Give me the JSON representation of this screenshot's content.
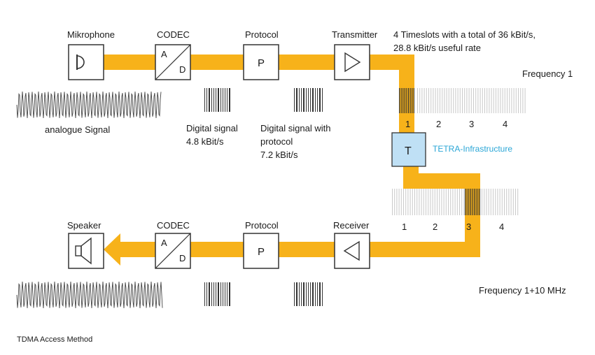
{
  "colors": {
    "pipe": "#F7B21A",
    "tetra_box_fill": "#BFE0F5",
    "tetra_text": "#2AA6D6",
    "wave": "#444444",
    "bars": "#333333",
    "faded_bars": "#c9c9c9"
  },
  "top_chain": {
    "mic_label": "Mikrophone",
    "codec_label": "CODEC",
    "codec_a": "A",
    "codec_d": "D",
    "protocol_label": "Protocol",
    "protocol_letter": "P",
    "transmitter_label": "Transmitter"
  },
  "bottom_chain": {
    "speaker_label": "Speaker",
    "codec_label": "CODEC",
    "codec_a": "A",
    "codec_d": "D",
    "protocol_label": "Protocol",
    "protocol_letter": "P",
    "receiver_label": "Receiver"
  },
  "notes": {
    "timeslots_line1": "4 Timeslots with a total of 36 kBit/s,",
    "timeslots_line2": "28.8 kBit/s useful rate",
    "frequency1": "Frequency 1",
    "frequency2": "Frequency 1+10 MHz",
    "analogue": "analogue Signal",
    "digital_line1": "Digital signal",
    "digital_line2": "4.8 kBit/s",
    "digital_proto_line1": "Digital signal with",
    "digital_proto_line2": "protocol",
    "digital_proto_line3": "7.2 kBit/s",
    "footer": "TDMA Access Method"
  },
  "tetra": {
    "letter": "T",
    "label": "TETRA-Infrastructure"
  },
  "slots_top": [
    "1",
    "2",
    "3",
    "4"
  ],
  "slots_bottom": [
    "1",
    "2",
    "3",
    "4"
  ]
}
